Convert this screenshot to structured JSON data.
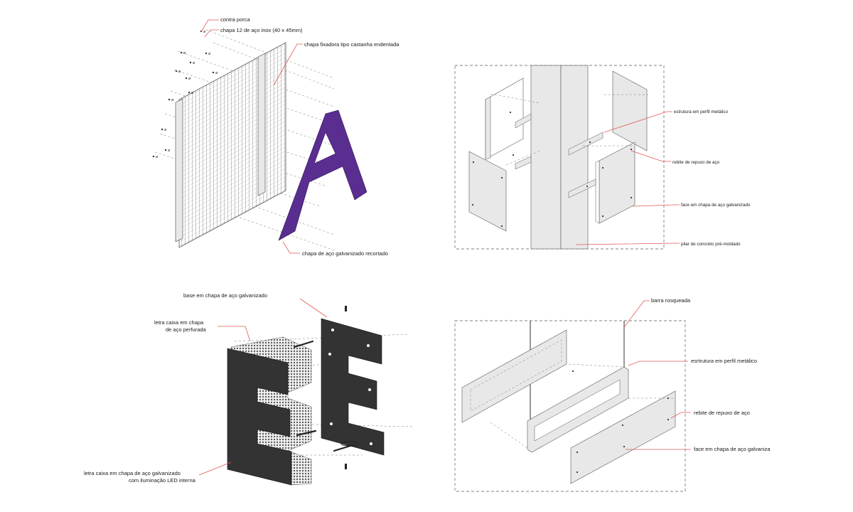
{
  "panels": {
    "letter_a": {
      "labels": {
        "nut": "contra porca",
        "plate": "chapa 12 de aço inox (40 x 45mm)",
        "clamp": "chapa fixadora tipo castanha endentada",
        "cut_sheet": "chapa de aço galvanizado recortado"
      },
      "bolt_tag": "ø"
    },
    "pillar": {
      "labels": {
        "frame": "estrutura em perfil metálico",
        "rivet": "rebite de repuxo de aço",
        "face": "face em chapa de aço galvanizado",
        "pillar": "pilar de concreto pré-moldado"
      }
    },
    "letter_e": {
      "labels": {
        "base": "base em chapa de aço galvanizado",
        "perforated_line1": "letra caixa em chapa",
        "perforated_line2": "de aço perfurada",
        "led_line1": "letra caixa em chapa de aço galvanizado",
        "led_line2": "com iluminação LED interna"
      }
    },
    "sign": {
      "labels": {
        "rod": "barra rosqueada",
        "frame": "esrtrutura em perfil metálico",
        "rivet": "rebite de repuxo de aço",
        "face": "face em chapa de aço galvaniza"
      }
    }
  },
  "colors": {
    "accent_purple": "#5a2d91",
    "leader_red": "#e05b55",
    "dark_letter": "#333333",
    "panel_grey": "#e8e8e8"
  }
}
